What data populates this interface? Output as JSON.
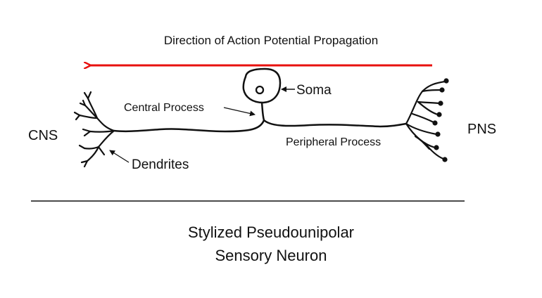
{
  "diagram": {
    "direction_label": "Direction of Action Potential Propagation",
    "labels": {
      "cns": "CNS",
      "pns": "PNS",
      "soma": "Soma",
      "central_process": "Central Process",
      "peripheral_process": "Peripheral Process",
      "dendrites": "Dendrites"
    },
    "caption": {
      "line1": "Stylized Pseudounipolar",
      "line2": "Sensory Neuron"
    },
    "colors": {
      "arrow": "#e8100e",
      "ink": "#111111",
      "background": "#ffffff"
    }
  }
}
